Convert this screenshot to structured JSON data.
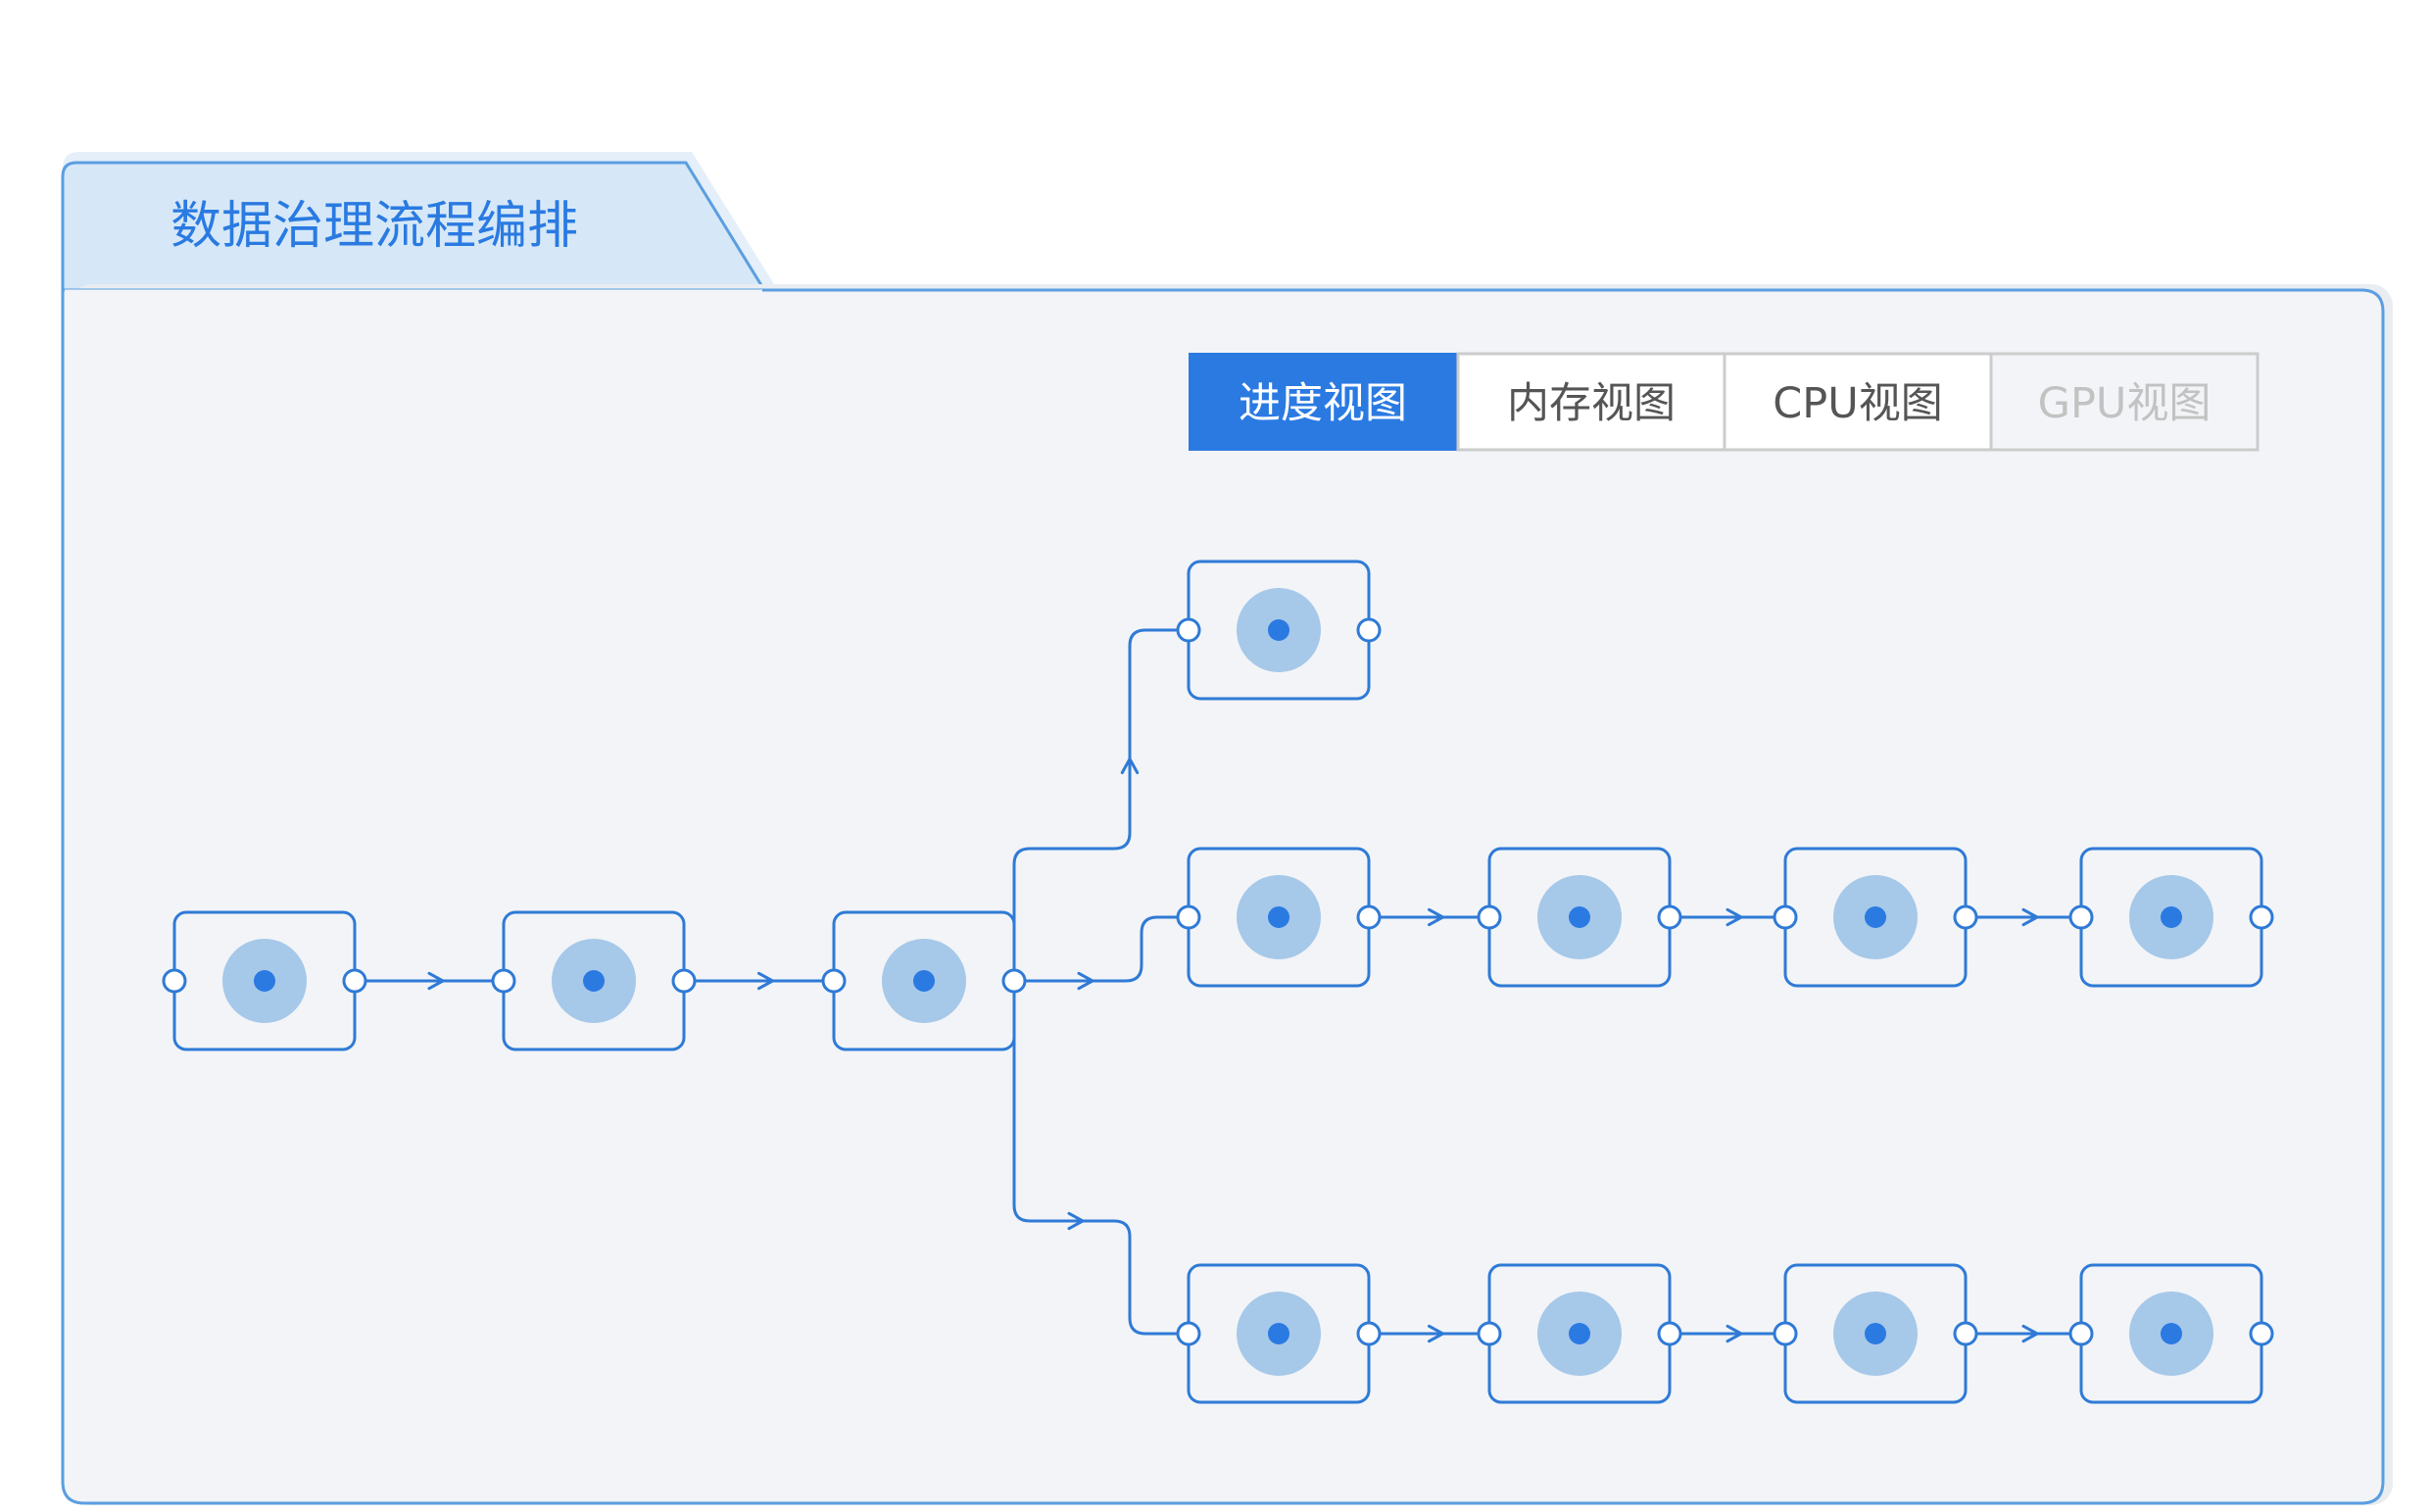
{
  "panel": {
    "title": "数据治理流程编排"
  },
  "view_tabs": [
    {
      "label": "进度视图",
      "state": "active"
    },
    {
      "label": "内存视图",
      "state": "normal"
    },
    {
      "label": "CPU视图",
      "state": "normal"
    },
    {
      "label": "GPU视图",
      "state": "disabled"
    }
  ],
  "colors": {
    "primary": "#2a7ae2",
    "line": "#2f7ad6",
    "node_halo": "#a6c8e9",
    "tab_header_fill": "#d6e8f7",
    "panel_fill": "#f2f4f7",
    "panel_border": "#5b9ee0",
    "tab_border": "#cccccc",
    "tab_text": "#555555",
    "tab_disabled_text": "#c2c2c2"
  },
  "flow": {
    "nodes": [
      {
        "id": "n1"
      },
      {
        "id": "n2"
      },
      {
        "id": "n3"
      },
      {
        "id": "u1"
      },
      {
        "id": "m1"
      },
      {
        "id": "m2"
      },
      {
        "id": "m3"
      },
      {
        "id": "m4"
      },
      {
        "id": "b1"
      },
      {
        "id": "b2"
      },
      {
        "id": "b3"
      },
      {
        "id": "b4"
      }
    ],
    "edges": [
      {
        "from": "n1",
        "to": "n2"
      },
      {
        "from": "n2",
        "to": "n3"
      },
      {
        "from": "n3",
        "to": "u1"
      },
      {
        "from": "n3",
        "to": "m1"
      },
      {
        "from": "n3",
        "to": "b1"
      },
      {
        "from": "m1",
        "to": "m2"
      },
      {
        "from": "m2",
        "to": "m3"
      },
      {
        "from": "m3",
        "to": "m4"
      },
      {
        "from": "b1",
        "to": "b2"
      },
      {
        "from": "b2",
        "to": "b3"
      },
      {
        "from": "b3",
        "to": "b4"
      }
    ]
  }
}
